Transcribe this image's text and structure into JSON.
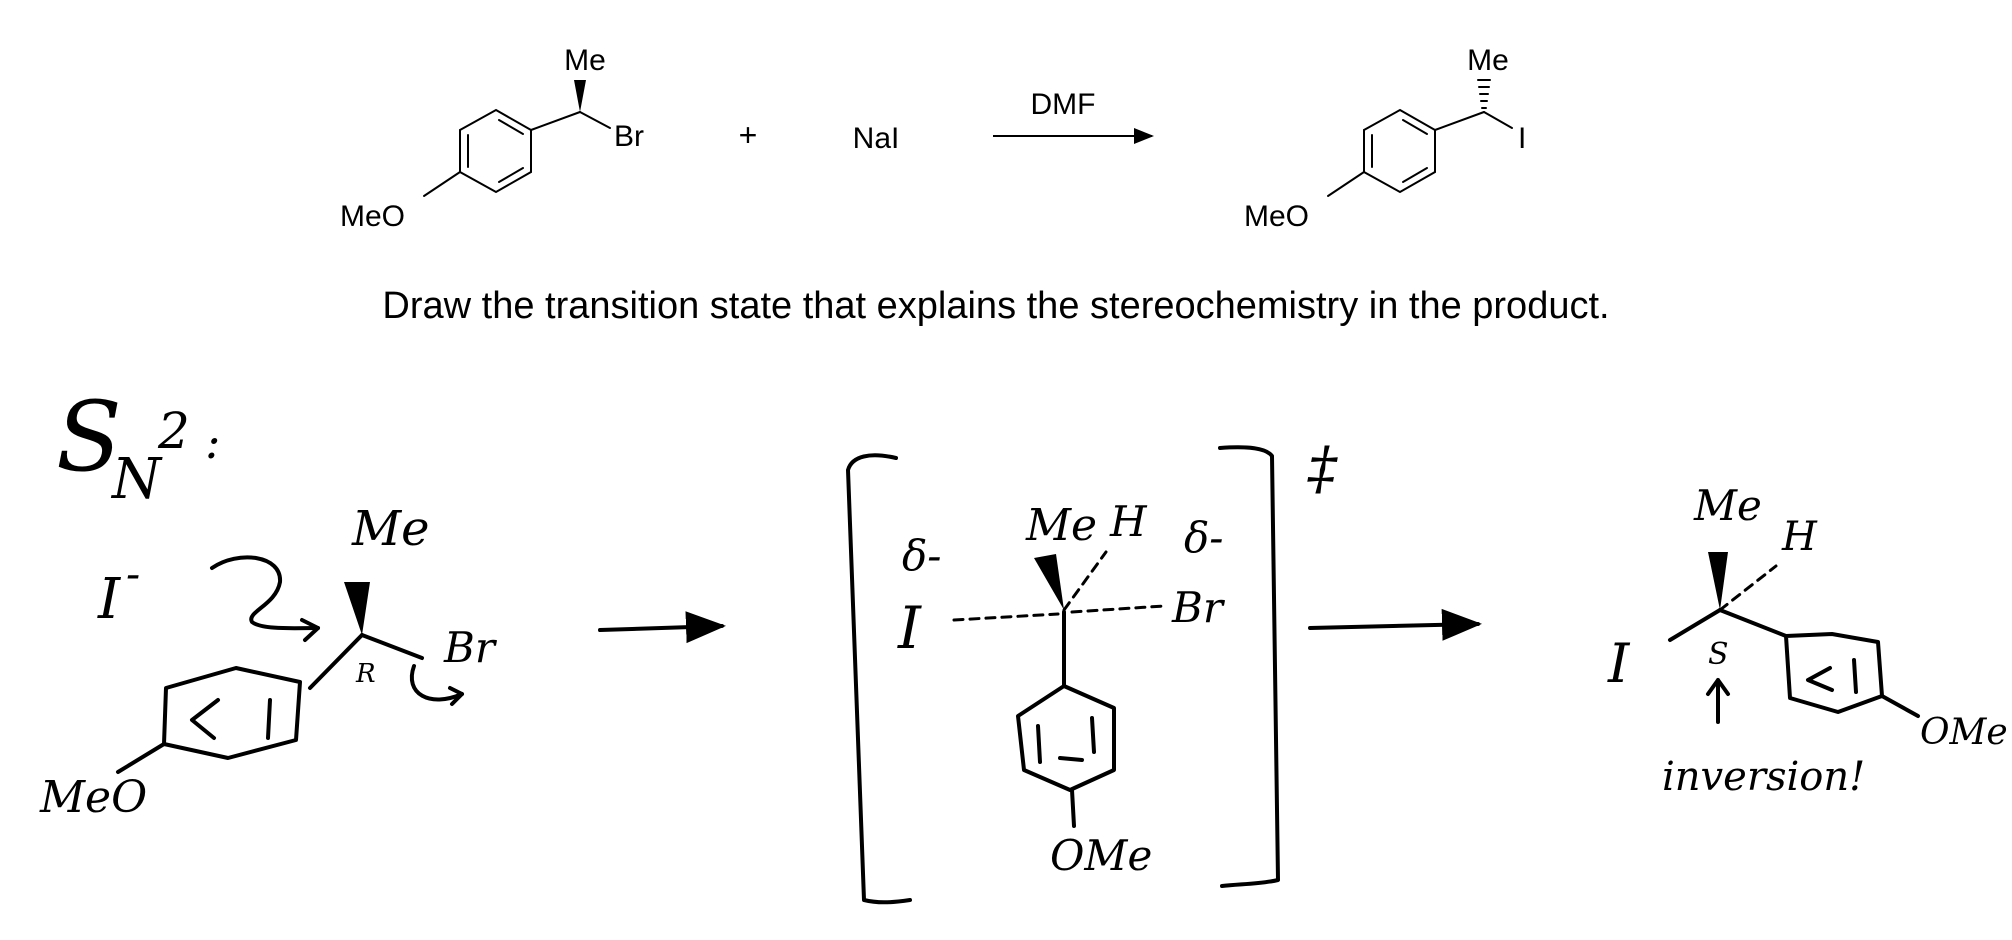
{
  "reaction": {
    "reactant": {
      "top_label": "Me",
      "leaving_group": "Br",
      "substituent": "MeO"
    },
    "plus": "+",
    "reagent": "NaI",
    "conditions": "DMF",
    "product": {
      "top_label": "Me",
      "nucleophile": "I",
      "substituent": "MeO"
    }
  },
  "question": "Draw the transition state that explains the stereochemistry in the product.",
  "notes": {
    "mechanism": "SN2 :",
    "mechanism_main": "S",
    "mechanism_sub": "N",
    "mechanism_sup": "2",
    "mechanism_colon": ":",
    "step1": {
      "nucleophile": "I",
      "charge": "-",
      "methyl": "Me",
      "config": "R",
      "leaving": "Br",
      "substituent": "MeO"
    },
    "ts": {
      "delta_left": "δ-",
      "delta_right": "δ-",
      "nucleophile": "I",
      "methyl": "Me",
      "hydrogen": "H",
      "leaving": "Br",
      "substituent": "OMe",
      "symbol": "‡"
    },
    "product": {
      "methyl": "Me",
      "hydrogen": "H",
      "nucleophile": "I",
      "config": "S",
      "substituent": "OMe",
      "comment": "inversion!"
    }
  }
}
